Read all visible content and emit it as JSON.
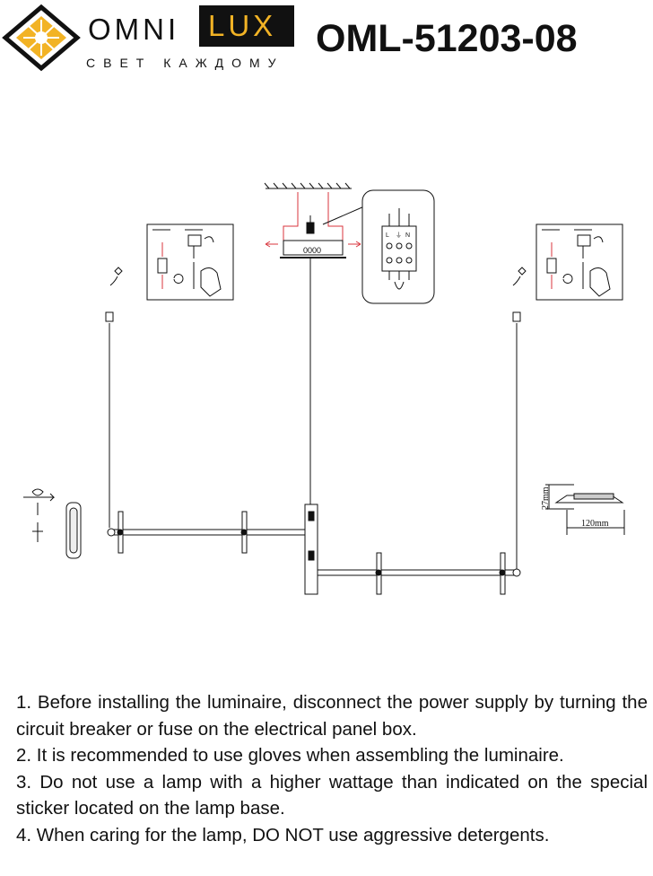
{
  "header": {
    "brand_left": "OMNI",
    "brand_right": "LUX",
    "tagline": "СВЕТ КАЖДОМУ",
    "model": "OML-51203-08"
  },
  "diagram": {
    "canopy_label": "0000",
    "terminal_labels": [
      "L",
      "⏚",
      "N"
    ],
    "dimension_height": "27mm",
    "dimension_width": "120mm"
  },
  "instructions": [
    "1. Before installing the luminaire, disconnect the power supply by turning the circuit breaker or fuse on the electrical panel box.",
    "2. It is recommended to use gloves when assembling the luminaire.",
    "3. Do not use a lamp with a higher wattage than indicated on the special sticker located on the lamp base.",
    "4. When caring for the lamp, DO NOT use aggressive detergents."
  ],
  "colors": {
    "brand_yellow": "#f2b325",
    "ink": "#111111",
    "wire_red": "#d9363e"
  }
}
